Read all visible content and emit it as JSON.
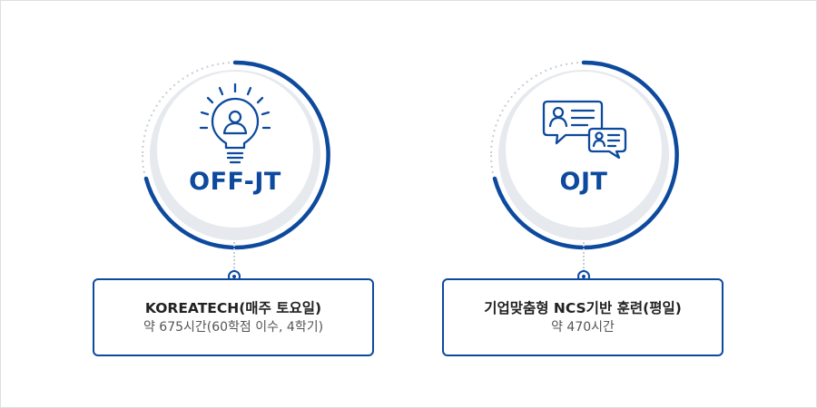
{
  "programs": [
    {
      "title": "OFF-JT",
      "icon": "lightbulb-person-icon",
      "box_title": "KOREATECH(매주 토요일)",
      "box_sub": "약 675시간(60학점 이수, 4학기)"
    },
    {
      "title": "OJT",
      "icon": "chat-profile-cards-icon",
      "box_title": "기업맞춤형 NCS기반 훈련(평일)",
      "box_sub": "약 470시간"
    }
  ],
  "colors": {
    "accent": "#0d4a9e",
    "ring_light": "#e6e9ee",
    "dotted": "#c7cdd6",
    "text_dark": "#222222",
    "text_sub": "#555555"
  }
}
